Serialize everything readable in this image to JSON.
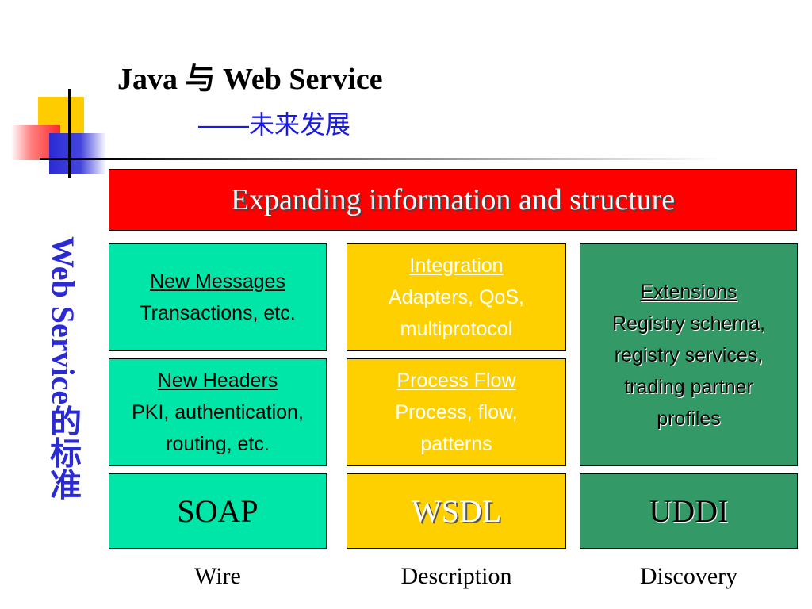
{
  "header": {
    "title": "Java 与 Web Service",
    "subtitle": "——未来发展"
  },
  "side_label": "Web Service的标准",
  "banner": "Expanding information and structure",
  "columns": [
    {
      "top": {
        "heading": "New Messages",
        "body": [
          "Transactions, etc."
        ]
      },
      "middle": {
        "heading": "New Headers",
        "body": [
          "PKI, authentication,",
          "routing, etc."
        ]
      },
      "standard": "SOAP",
      "footer": "Wire"
    },
    {
      "top": {
        "heading": "Integration",
        "body": [
          "Adapters, QoS,",
          "multiprotocol"
        ]
      },
      "middle": {
        "heading": "Process Flow",
        "body": [
          "Process, flow,",
          "patterns"
        ]
      },
      "standard": "WSDL",
      "footer": "Description"
    },
    {
      "top": {
        "heading": "Extensions",
        "body": [
          "Registry schema,",
          "registry services,",
          "trading partner",
          "profiles"
        ]
      },
      "standard": "UDDI",
      "footer": "Discovery"
    }
  ],
  "colors": {
    "banner": "#ff0000",
    "soap_column": "#00e6a8",
    "wsdl_column": "#ffd000",
    "uddi_column": "#339966",
    "subtitle": "#1a1ae6",
    "side_label": "#2b2bd6"
  }
}
